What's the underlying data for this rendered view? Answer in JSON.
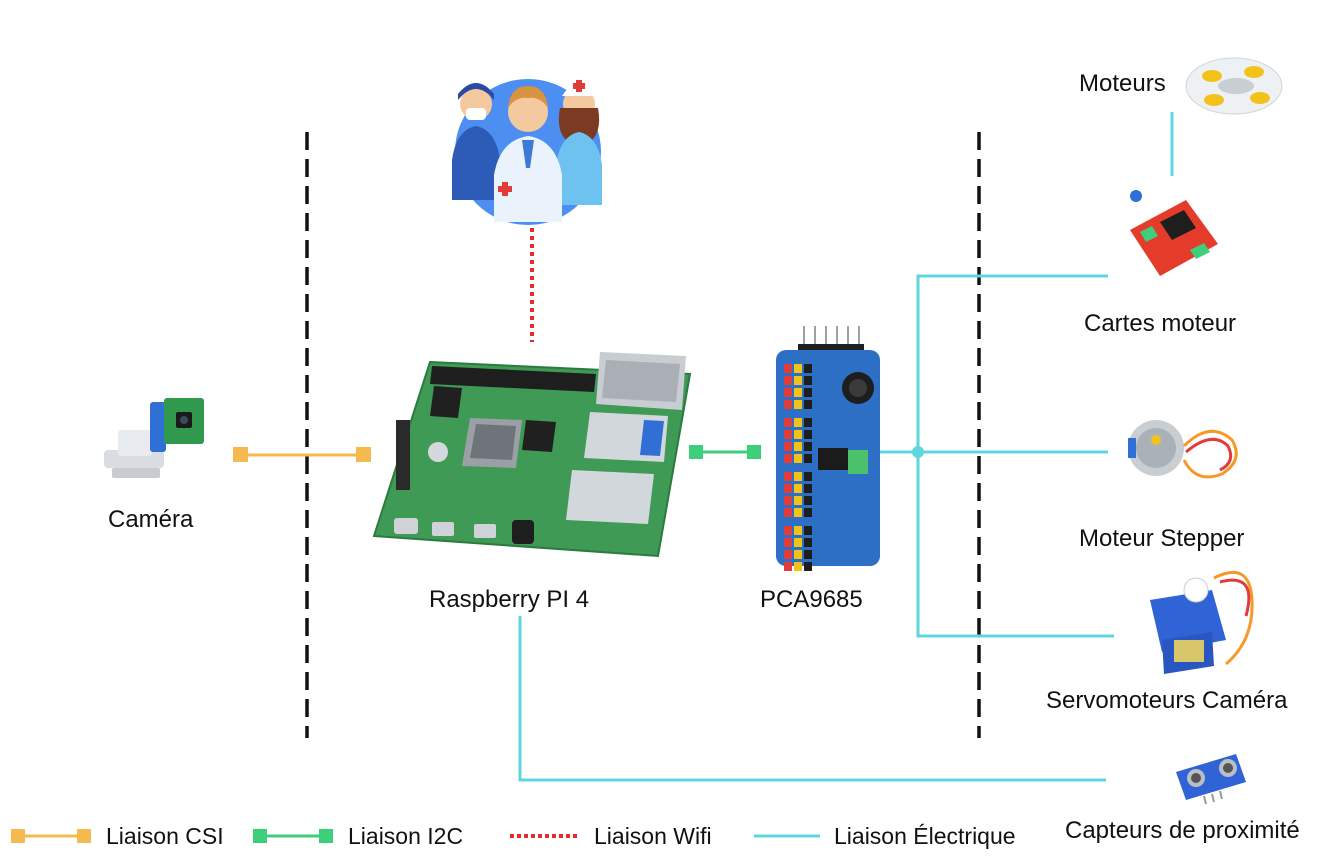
{
  "nodes": {
    "camera": "Caméra",
    "raspberry": "Raspberry PI 4",
    "pca": "PCA9685",
    "motors": "Moteurs",
    "motor_boards": "Cartes moteur",
    "stepper": "Moteur Stepper",
    "servo": "Servomoteurs Caméra",
    "proximity": "Capteurs de proximité"
  },
  "legend": {
    "csi": "Liaison CSI",
    "i2c": "Liaison I2C",
    "wifi": "Liaison Wifi",
    "electric": "Liaison Électrique"
  },
  "colors": {
    "csi": "#f6b94f",
    "i2c": "#3ecf7a",
    "wifi": "#e52b2b",
    "electric": "#5fd6de",
    "divider": "#111111"
  },
  "icons": {
    "doctors": "medical-staff-icon",
    "camera": "camera-module-icon",
    "raspberry": "raspberry-pi-board-icon",
    "pca": "pca9685-board-icon",
    "motors": "robot-car-chassis-icon",
    "motor_boards": "motor-driver-board-icon",
    "stepper": "stepper-motor-icon",
    "servo": "servo-motor-icon",
    "proximity": "ultrasonic-sensor-icon"
  }
}
